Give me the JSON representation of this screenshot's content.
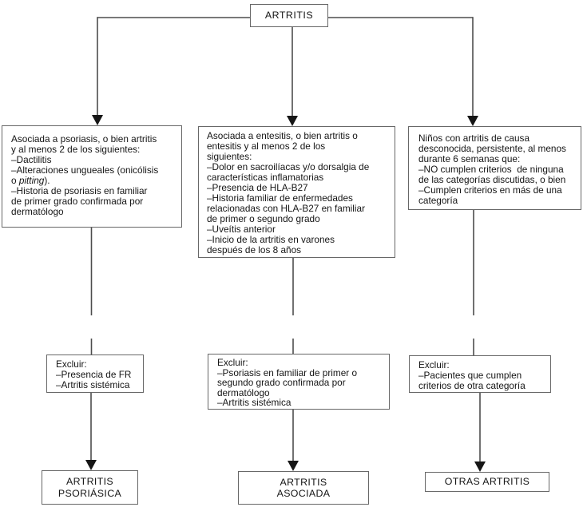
{
  "flowchart": {
    "root": {
      "label": "ARTRITIS"
    },
    "branch_psoriasis": {
      "criteria_before_italic": "Asociada a psoriasis, o bien artritis\ny al menos 2 de los siguientes:\n–Dactilitis\n–Alteraciones ungueales (onicólisis\no ",
      "criteria_italic": "pitting",
      "criteria_after_italic": ").\n–Historia de psoriasis en familiar\nde primer grado confirmada por\ndermatólogo",
      "exclusion": "Excluir:\n–Presencia de FR\n–Artritis sistémica",
      "result": "ARTRITIS\nPSORIÁSICA"
    },
    "branch_entesitis": {
      "criteria": "Asociada a entesitis, o bien artritis o\nentesitis y al menos 2 de los\nsiguientes:\n–Dolor en sacroilíacas y/o dorsalgia de\ncaracterísticas inflamatorias\n–Presencia de HLA-B27\n–Historia familiar de enfermedades\nrelacionadas con HLA-B27 en familiar\nde primer o segundo grado\n–Uveítis anterior\n–Inicio de la artritis en varones\ndespués de los 8 años",
      "exclusion": "Excluir:\n–Psoriasis en familiar de primer o\nsegundo grado confirmada por\ndermatólogo\n–Artritis sistémica",
      "result": "ARTRITIS\nASOCIADA"
    },
    "branch_otras": {
      "criteria": "Niños con artritis de causa\ndesconocida, persistente, al menos\ndurante 6 semanas que:\n–NO cumplen criterios  de ninguna\nde las categorías discutidas, o bien\n–Cumplen criterios en más de una\ncategoría",
      "exclusion": "Excluir:\n–Pacientes que cumplen\ncriterios de otra categoría",
      "result": "OTRAS ARTRITIS"
    },
    "colors": {
      "line": "#4d4d4d",
      "border": "#676767",
      "arrow": "#161616",
      "text": "#151515",
      "background": "#ffffff"
    }
  }
}
